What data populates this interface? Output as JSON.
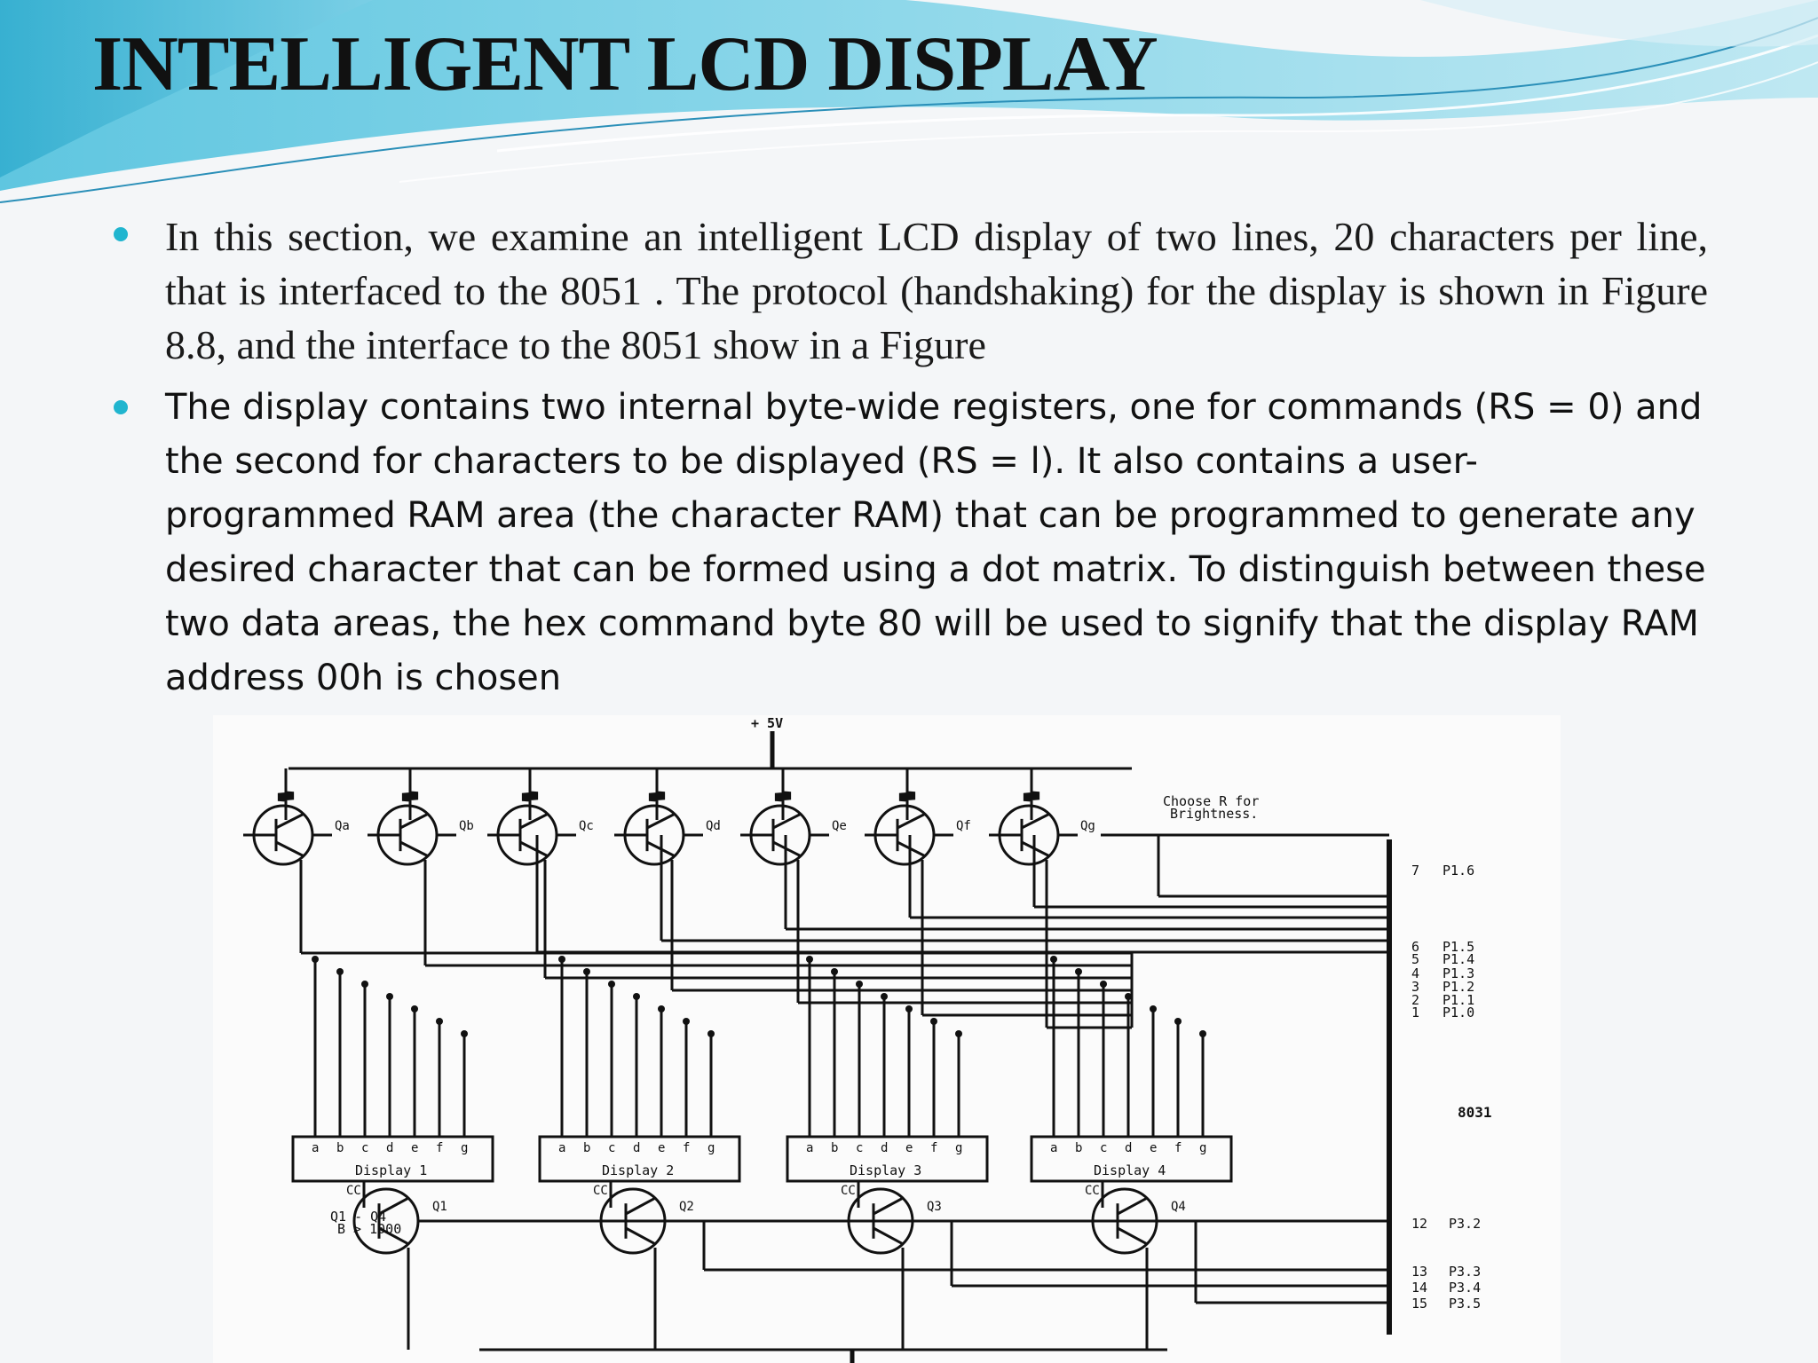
{
  "slide": {
    "title": "INTELLIGENT LCD DISPLAY",
    "bullets": [
      "In this section, we examine an intelligent LCD display of two lines, 20 characters per line, that is interfaced to the 8051 . The protocol (handshaking) for the display is shown in Figure 8.8, and the interface to the 8051 show in a Figure",
      "The display contains two internal byte-wide registers, one for commands (RS = 0) and the second for characters to be displayed (RS = l). It also contains a user-programmed RAM area (the character RAM) that can be programmed to generate any desired character that can be formed using a dot matrix. To distinguish between these two data areas, the hex command byte 80 will be used to signify that the display RAM address 00h is chosen"
    ],
    "accent_color": "#20b5cf",
    "bullet_icon": "filled-circle"
  },
  "circuit": {
    "supply_label": "+ 5V",
    "note": [
      "Choose R for",
      "Brightness."
    ],
    "segment_transistors": [
      "Qa",
      "Qb",
      "Qc",
      "Qd",
      "Qe",
      "Qf",
      "Qg"
    ],
    "segment_letters": [
      "a",
      "b",
      "c",
      "d",
      "e",
      "f",
      "g"
    ],
    "displays": [
      "Display 1",
      "Display 2",
      "Display 3",
      "Display 4"
    ],
    "common_label": "CC",
    "digit_transistors": [
      "Q1",
      "Q2",
      "Q3",
      "Q4"
    ],
    "digit_note": [
      "Q1 - Q4",
      "B > 1000"
    ],
    "chip_label": "8031",
    "pins_top": [
      {
        "num": "7",
        "name": "P1.6"
      },
      {
        "num": "6",
        "name": "P1.5"
      },
      {
        "num": "5",
        "name": "P1.4"
      },
      {
        "num": "4",
        "name": "P1.3"
      },
      {
        "num": "3",
        "name": "P1.2"
      },
      {
        "num": "2",
        "name": "P1.1"
      },
      {
        "num": "1",
        "name": "P1.0"
      }
    ],
    "pins_bottom": [
      {
        "num": "12",
        "name": "P3.2"
      },
      {
        "num": "13",
        "name": "P3.3"
      },
      {
        "num": "14",
        "name": "P3.4"
      },
      {
        "num": "15",
        "name": "P3.5"
      }
    ]
  }
}
